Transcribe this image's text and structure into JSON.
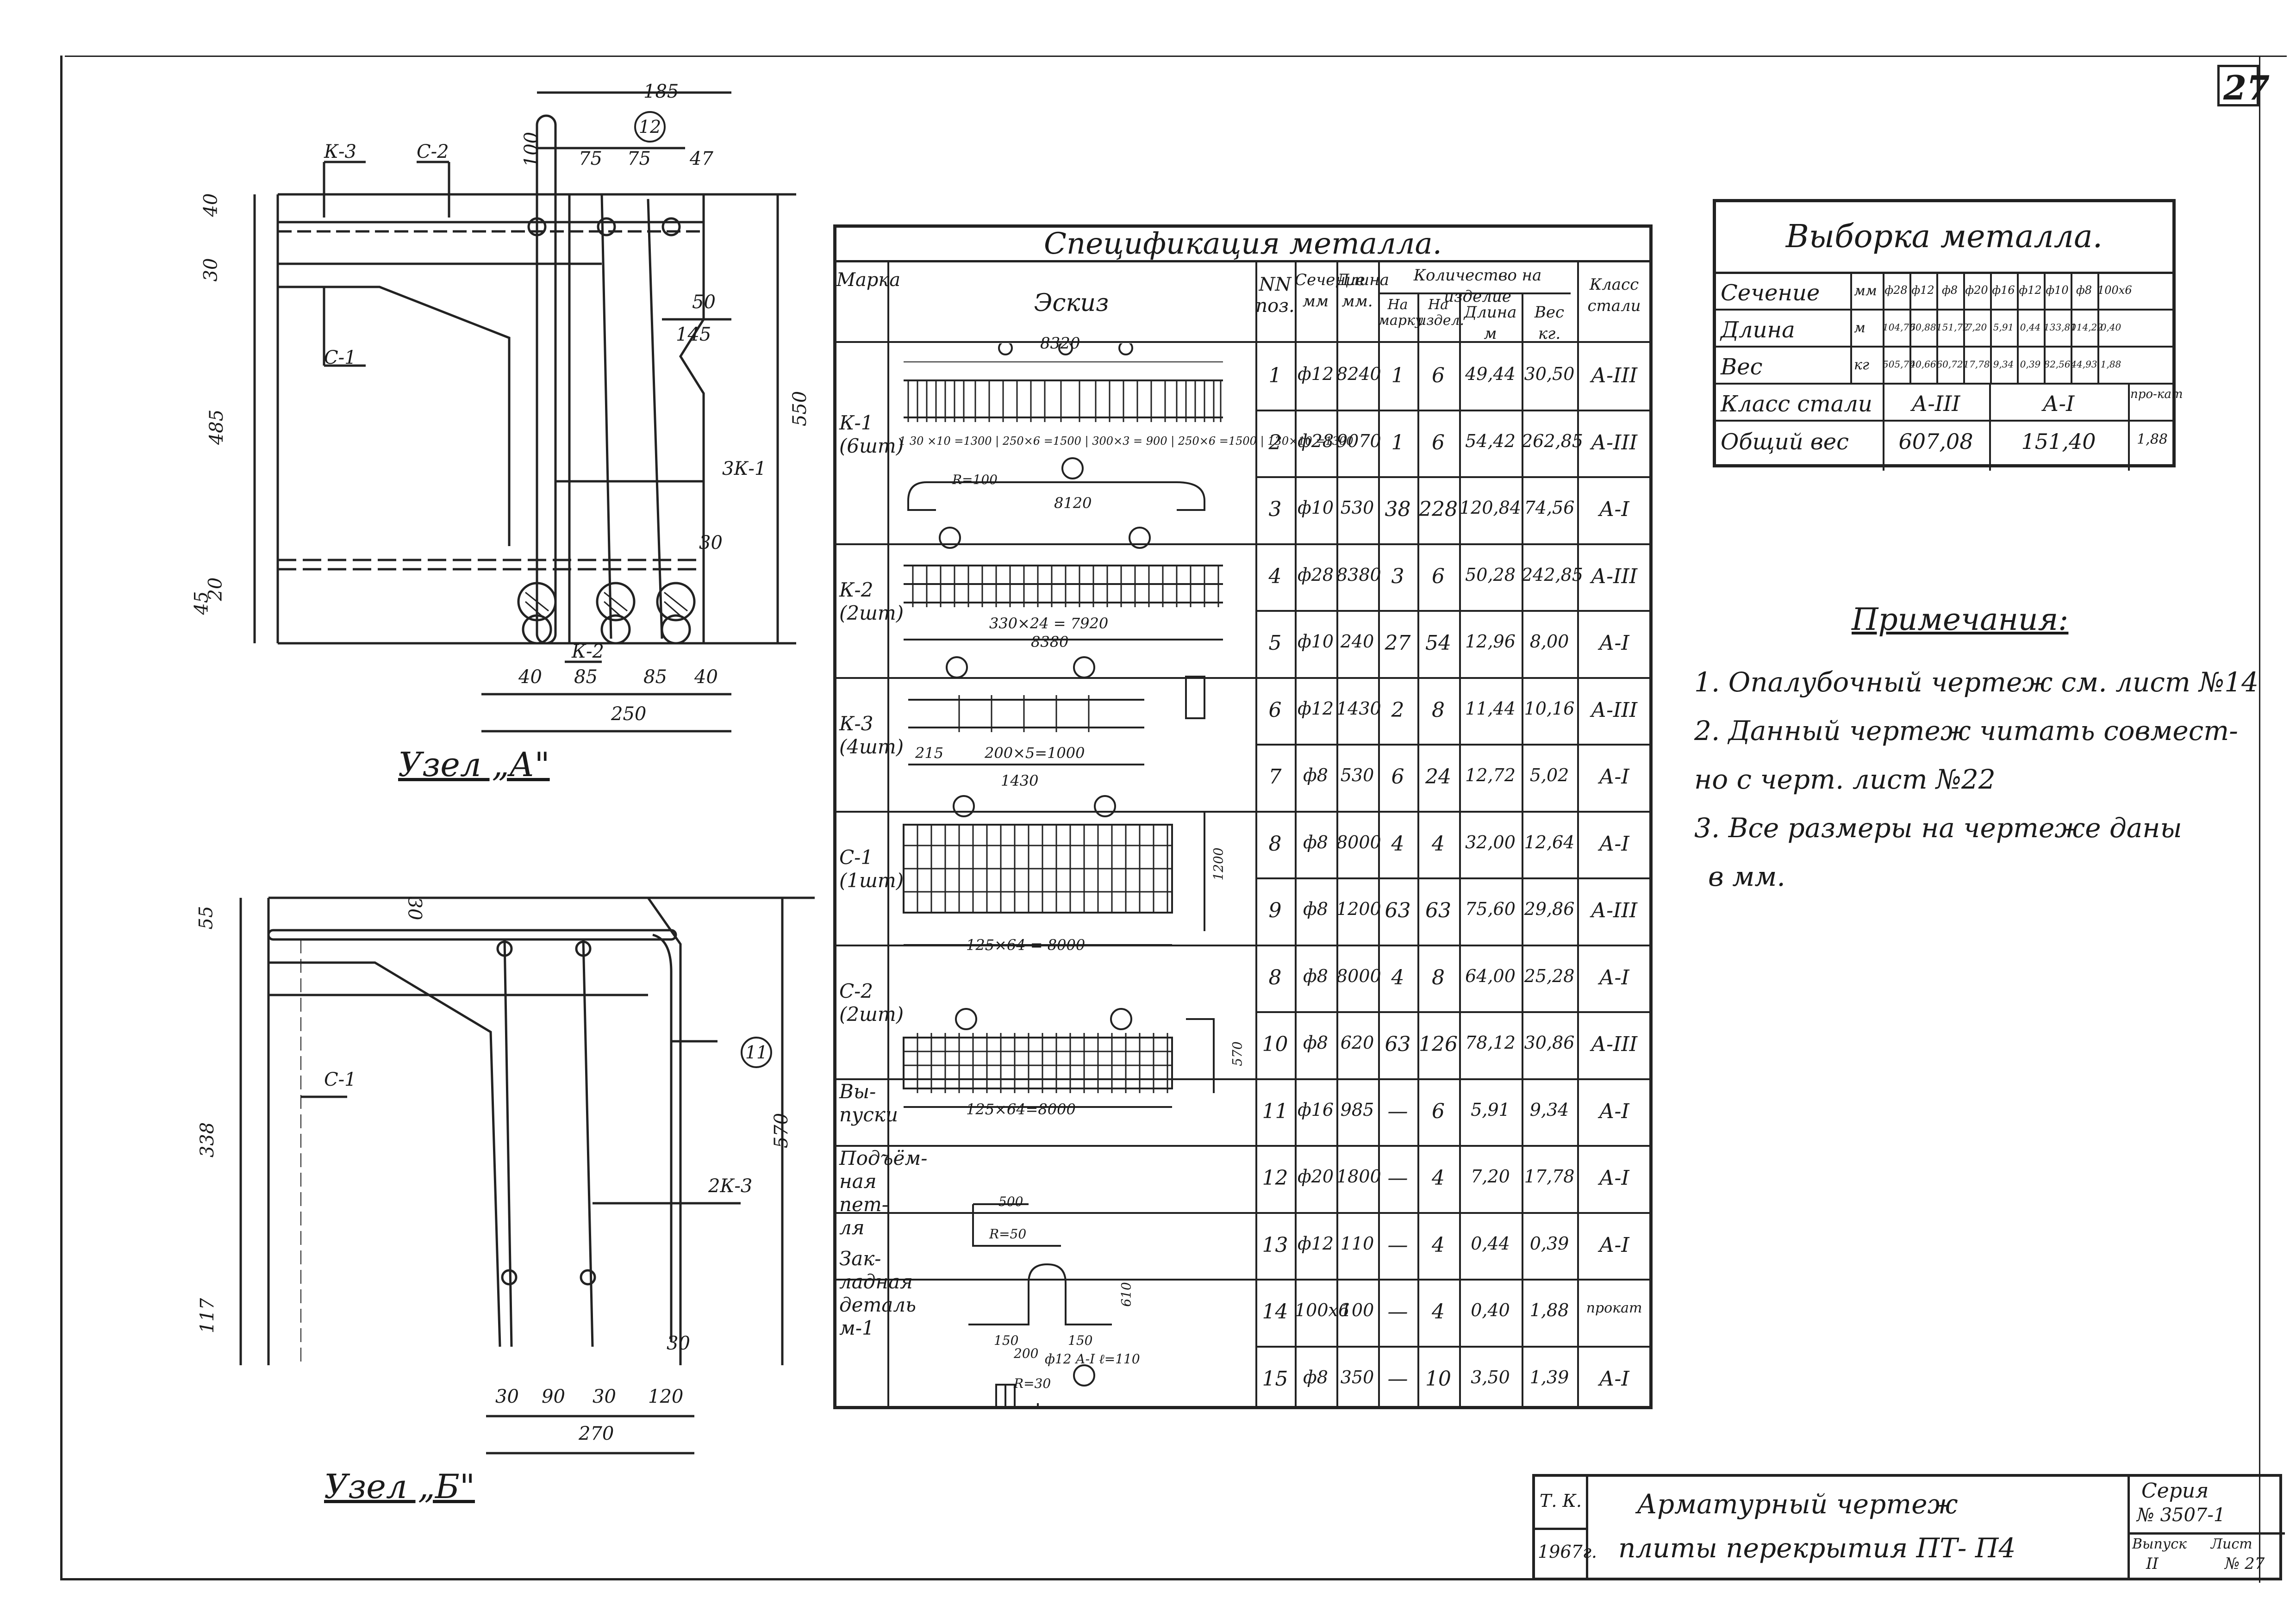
{
  "sheet_number": "27",
  "spec": {
    "title": "Спецификация металла.",
    "headers": {
      "mark": "Марка",
      "sketch": "Эскиз",
      "pos": "NN поз.",
      "section": "Сечение мм",
      "length": "Длина мм.",
      "qty_group": "Количество на изделие",
      "qty_mark": "На марку",
      "qty_item": "На издел.",
      "len_m": "Длина м",
      "weight": "Вес кг.",
      "steel": "Класс стали"
    },
    "marks": [
      {
        "name": "К-1",
        "count": "(6шт)"
      },
      {
        "name": "К-2",
        "count": "(2шт)"
      },
      {
        "name": "К-3",
        "count": "(4шт)"
      },
      {
        "name": "С-1",
        "count": "(1шт)"
      },
      {
        "name": "С-2",
        "count": "(2шт)"
      },
      {
        "name": "Вы-пуски",
        "count": ""
      },
      {
        "name": "Подъём-ная пет-ля",
        "count": ""
      },
      {
        "name": "Зак-ладная деталь м-1",
        "count": ""
      }
    ],
    "rows": [
      {
        "pos": "1",
        "section": "ф12",
        "length": "8240",
        "per_mark": "1",
        "per_item": "6",
        "len_m": "49,44",
        "weight": "30,50",
        "steel": "А-III"
      },
      {
        "pos": "2",
        "section": "ф28",
        "length": "9070",
        "per_mark": "1",
        "per_item": "6",
        "len_m": "54,42",
        "weight": "262,85",
        "steel": "А-III"
      },
      {
        "pos": "3",
        "section": "ф10",
        "length": "530",
        "per_mark": "38",
        "per_item": "228",
        "len_m": "120,84",
        "weight": "74,56",
        "steel": "А-I"
      },
      {
        "pos": "4",
        "section": "ф28",
        "length": "8380",
        "per_mark": "3",
        "per_item": "6",
        "len_m": "50,28",
        "weight": "242,85",
        "steel": "А-III"
      },
      {
        "pos": "5",
        "section": "ф10",
        "length": "240",
        "per_mark": "27",
        "per_item": "54",
        "len_m": "12,96",
        "weight": "8,00",
        "steel": "А-I"
      },
      {
        "pos": "6",
        "section": "ф12",
        "length": "1430",
        "per_mark": "2",
        "per_item": "8",
        "len_m": "11,44",
        "weight": "10,16",
        "steel": "А-III"
      },
      {
        "pos": "7",
        "section": "ф8",
        "length": "530",
        "per_mark": "6",
        "per_item": "24",
        "len_m": "12,72",
        "weight": "5,02",
        "steel": "А-I"
      },
      {
        "pos": "8",
        "section": "ф8",
        "length": "8000",
        "per_mark": "4",
        "per_item": "4",
        "len_m": "32,00",
        "weight": "12,64",
        "steel": "А-I"
      },
      {
        "pos": "9",
        "section": "ф8",
        "length": "1200",
        "per_mark": "63",
        "per_item": "63",
        "len_m": "75,60",
        "weight": "29,86",
        "steel": "А-III"
      },
      {
        "pos": "8",
        "section": "ф8",
        "length": "8000",
        "per_mark": "4",
        "per_item": "8",
        "len_m": "64,00",
        "weight": "25,28",
        "steel": "А-I"
      },
      {
        "pos": "10",
        "section": "ф8",
        "length": "620",
        "per_mark": "63",
        "per_item": "126",
        "len_m": "78,12",
        "weight": "30,86",
        "steel": "А-III"
      },
      {
        "pos": "11",
        "section": "ф16",
        "length": "985",
        "per_mark": "—",
        "per_item": "6",
        "len_m": "5,91",
        "weight": "9,34",
        "steel": "А-I"
      },
      {
        "pos": "12",
        "section": "ф20",
        "length": "1800",
        "per_mark": "—",
        "per_item": "4",
        "len_m": "7,20",
        "weight": "17,78",
        "steel": "А-I"
      },
      {
        "pos": "13",
        "section": "ф12",
        "length": "110",
        "per_mark": "—",
        "per_item": "4",
        "len_m": "0,44",
        "weight": "0,39",
        "steel": "А-I"
      },
      {
        "pos": "14",
        "section": "100x6",
        "length": "100",
        "per_mark": "—",
        "per_item": "4",
        "len_m": "0,40",
        "weight": "1,88",
        "steel": "прокат"
      },
      {
        "pos": "15",
        "section": "ф8",
        "length": "350",
        "per_mark": "—",
        "per_item": "10",
        "len_m": "3,50",
        "weight": "1,39",
        "steel": "А-I"
      }
    ],
    "sketch_labels": {
      "k1_top": "8320",
      "k1_bottom": "1 30 ×10 =1300 | 250×6 =1500 | 300×3 = 900 | 250×6 =1500 | 130×10 =1300",
      "k1_hook": "R=100",
      "k1_len": "8120",
      "k2_bottom": "330×24 = 7920",
      "k2_len": "8380",
      "k3_mid": "200×5=1000",
      "k3_side": "215",
      "k3_len": "1430",
      "c1_len": "125×64 = 8000",
      "c1_w": "1200",
      "c2_len": "125×64=8000",
      "c2_w": "570",
      "out_len": "500",
      "out_r": "R=50",
      "loop_w1": "150",
      "loop_w2": "150",
      "loop_h": "610",
      "m1_note": "ф12 А-I ℓ=110",
      "r15_len": "200",
      "r15_r": "R=30"
    }
  },
  "selection": {
    "title": "Выборка металла.",
    "columns": [
      "ф28",
      "ф12",
      "ф8",
      "ф20",
      "ф16",
      "ф12",
      "ф10",
      "ф8",
      "100x6"
    ],
    "rows": [
      {
        "label": "Сечение",
        "unit": "мм",
        "values": []
      },
      {
        "label": "Длина",
        "unit": "м",
        "values": [
          "104,70",
          "60,88",
          "151,72",
          "7,20",
          "5,91",
          "0,44",
          "133,80",
          "114,22",
          "0,40"
        ]
      },
      {
        "label": "Вес",
        "unit": "кг",
        "values": [
          "505,70",
          "40,66",
          "60,72",
          "17,78",
          "9,34",
          "0,39",
          "82,56",
          "44,93",
          "1,88"
        ]
      }
    ],
    "steel_row": {
      "label": "Класс стали",
      "a3": "А-III",
      "a1": "А-I",
      "prokat": "про-кат"
    },
    "total_row": {
      "label": "Общий вес",
      "a3": "607,08",
      "a1": "151,40",
      "prokat": "1,88"
    }
  },
  "notes": {
    "title": "Примечания:",
    "items": [
      "1. Опалубочный чертеж см. лист №14",
      "2. Данный чертеж читать совмест-",
      "но с черт. лист №22",
      "3. Все размеры на чертеже даны",
      "в мм."
    ]
  },
  "node_a": {
    "label": "Узел „А\"",
    "dims": {
      "top": "185",
      "d100": "100",
      "d75a": "75",
      "d75b": "75",
      "d47": "47",
      "d40": "40",
      "d30": "30",
      "d30b": "30",
      "d485": "485",
      "d550": "550",
      "d50": "50",
      "d145": "145",
      "d45": "45",
      "d20": "20",
      "b40a": "40",
      "b85a": "85",
      "b85b": "85",
      "b40b": "40",
      "b250": "250",
      "d30c": "30"
    },
    "marks": {
      "k3": "К-3",
      "c2": "С-2",
      "c1": "С-1",
      "k2": "К-2",
      "k1": "3К-1",
      "pos12": "12"
    }
  },
  "node_b": {
    "label": "Узел „Б\"",
    "dims": {
      "d55": "55",
      "d30": "30",
      "d338": "338",
      "d570": "570",
      "d117": "117",
      "b30a": "30",
      "b90": "90",
      "b30b": "30",
      "b120": "120",
      "b270": "270",
      "d30r": "30"
    },
    "marks": {
      "c1": "С-1",
      "k3": "2К-3",
      "pos11": "11"
    }
  },
  "title_block": {
    "org": "Т. К.",
    "year": "1967г.",
    "line1": "Арматурный чертеж",
    "line2": "плиты перекрытия ПТ- П4",
    "series_label": "Серия",
    "series": "№ 3507-1",
    "issue_label": "Выпуск",
    "sheet_label": "Лист",
    "issue": "II",
    "sheet": "№ 27"
  }
}
